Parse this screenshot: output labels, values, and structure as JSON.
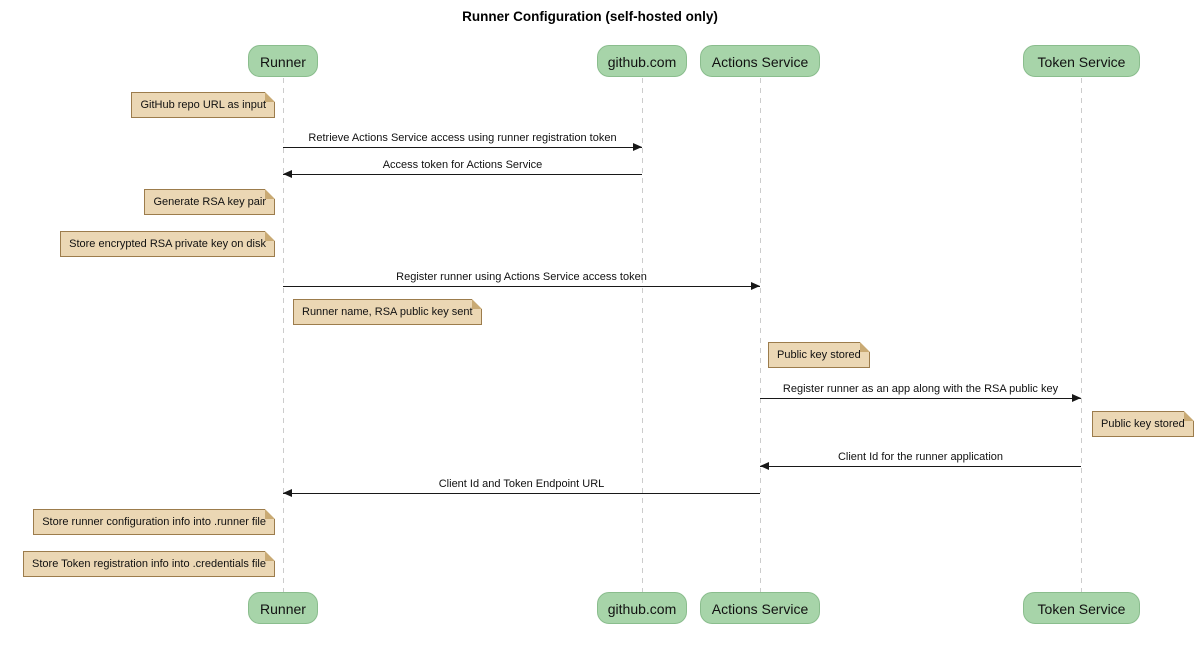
{
  "diagram": {
    "title": "Runner Configuration (self-hosted only)",
    "type": "sequence-diagram",
    "colors": {
      "participant_fill": "#A7D4A9",
      "participant_border": "#8ABD8D",
      "note_fill": "#EBD7B4",
      "note_border": "#9C7C4C",
      "note_fold": "#C9AA74",
      "lifeline": "#CCCCCC",
      "arrow": "#181818"
    },
    "participants": [
      {
        "id": "runner",
        "label": "Runner"
      },
      {
        "id": "github",
        "label": "github.com"
      },
      {
        "id": "actions-service",
        "label": "Actions Service"
      },
      {
        "id": "token-service",
        "label": "Token Service"
      }
    ],
    "messages": [
      {
        "from": "Runner",
        "to": "github.com",
        "direction": "right",
        "text": "Retrieve Actions Service access using runner registration token"
      },
      {
        "from": "github.com",
        "to": "Runner",
        "direction": "left",
        "text": "Access token for Actions Service"
      },
      {
        "from": "Runner",
        "to": "Actions Service",
        "direction": "right",
        "text": "Register runner using Actions Service access token"
      },
      {
        "from": "Actions Service",
        "to": "Token Service",
        "direction": "right",
        "text": "Register runner as an app along with the RSA public key"
      },
      {
        "from": "Token Service",
        "to": "Actions Service",
        "direction": "left",
        "text": "Client Id for the runner application"
      },
      {
        "from": "Actions Service",
        "to": "Runner",
        "direction": "left",
        "text": "Client Id and Token Endpoint URL"
      }
    ],
    "notes": [
      {
        "position": "left of Runner",
        "text": "GitHub repo URL as input"
      },
      {
        "position": "left of Runner",
        "text": "Generate RSA key pair"
      },
      {
        "position": "left of Runner",
        "text": "Store encrypted RSA private key on disk"
      },
      {
        "position": "right of Runner",
        "text": "Runner name, RSA public key sent"
      },
      {
        "position": "right of Actions Service",
        "text": "Public key stored"
      },
      {
        "position": "right of Token Service",
        "text": "Public key stored"
      },
      {
        "position": "left of Runner",
        "text": "Store runner configuration info into .runner file"
      },
      {
        "position": "left of Runner",
        "text": "Store Token registration info into .credentials file"
      }
    ]
  }
}
